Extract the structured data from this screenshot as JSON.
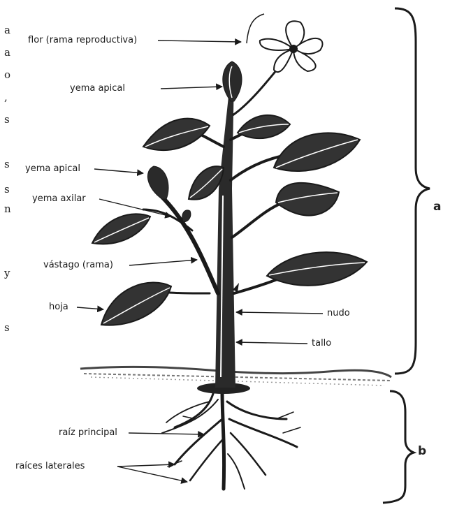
{
  "labels": {
    "flor": "flor (rama reproductiva)",
    "yema_apical_top": "yema apical",
    "yema_apical_left": "yema apical",
    "yema_axilar": "yema axilar",
    "vastago": "vástago (rama)",
    "hoja": "hoja",
    "nudo": "nudo",
    "tallo": "tallo",
    "raiz_principal": "raíz principal",
    "raices_laterales": "raíces laterales"
  },
  "sections": {
    "a": "a",
    "b": "b"
  },
  "edge_text": [
    "a",
    "a",
    "o",
    ",",
    "s",
    "s",
    "s",
    "n",
    "y",
    "s"
  ],
  "colors": {
    "ink": "#1a1a1a",
    "ground": "#555555"
  }
}
